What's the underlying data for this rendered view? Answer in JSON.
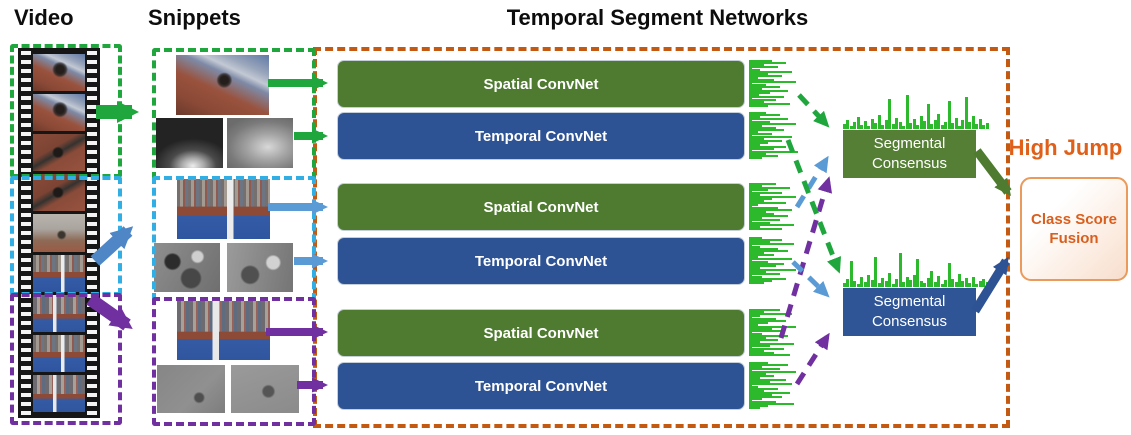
{
  "header": {
    "video": "Video",
    "snippets": "Snippets",
    "tsn": "Temporal Segment Networks"
  },
  "convnet": {
    "spatial": "Spatial ConvNet",
    "temporal": "Temporal ConvNet"
  },
  "consensus": {
    "label": "Segmental Consensus"
  },
  "output": {
    "class_name": "High Jump",
    "fusion": "Class Score Fusion"
  },
  "colors": {
    "segment1": "#1FA63D",
    "segment2": "#5B9BD5",
    "segment2_box": "#31AEE3",
    "segment3": "#7030A0",
    "spatial_convnet": "#4E7B30",
    "temporal_convnet": "#2E5395",
    "consensus_green": "#567F36",
    "consensus_blue": "#2F5597",
    "tsn_border": "#C45A11",
    "class_label": "#E0601A",
    "score_bars": "#2CB92C"
  },
  "histograms": {
    "snippet_scores": [
      [
        20,
        34,
        12,
        26,
        8,
        40,
        16,
        30,
        6,
        22,
        44,
        14,
        28,
        10,
        36,
        18,
        7,
        32,
        24,
        12,
        38,
        16
      ],
      [
        14,
        28,
        8,
        36,
        18,
        44,
        10,
        24,
        32,
        6,
        20,
        40,
        12,
        30,
        16,
        8,
        34,
        22,
        46,
        14,
        26,
        10
      ],
      [
        24,
        10,
        38,
        16,
        30,
        8,
        44,
        20,
        12,
        34,
        6,
        26,
        40,
        14,
        22,
        36,
        10,
        28,
        18,
        42,
        8,
        30
      ],
      [
        10,
        30,
        18,
        42,
        8,
        26,
        36,
        12,
        22,
        6,
        40,
        16,
        32,
        24,
        8,
        44,
        14,
        28,
        10,
        34,
        20,
        12
      ],
      [
        28,
        12,
        40,
        8,
        24,
        34,
        16,
        6,
        44,
        20,
        30,
        10,
        36,
        14,
        26,
        8,
        42,
        18,
        32,
        12,
        22,
        38
      ],
      [
        16,
        36,
        10,
        28,
        44,
        14,
        22,
        8,
        34,
        18,
        40,
        6,
        26,
        12,
        38,
        20,
        30,
        10,
        24,
        42,
        16,
        8
      ]
    ],
    "consensus_top": [
      5,
      9,
      3,
      7,
      12,
      4,
      8,
      3,
      10,
      6,
      14,
      4,
      9,
      30,
      5,
      11,
      7,
      3,
      34,
      6,
      10,
      4,
      13,
      8,
      25,
      5,
      9,
      15,
      4,
      7,
      28,
      6,
      11,
      3,
      9,
      32,
      7,
      13,
      5,
      10,
      4,
      6
    ],
    "consensus_bottom": [
      4,
      8,
      26,
      6,
      3,
      10,
      5,
      12,
      7,
      30,
      4,
      9,
      6,
      14,
      3,
      8,
      34,
      5,
      10,
      7,
      12,
      28,
      6,
      4,
      9,
      16,
      5,
      11,
      3,
      7,
      24,
      8,
      5,
      13,
      6,
      9,
      4,
      10,
      3,
      6,
      8,
      5
    ]
  }
}
